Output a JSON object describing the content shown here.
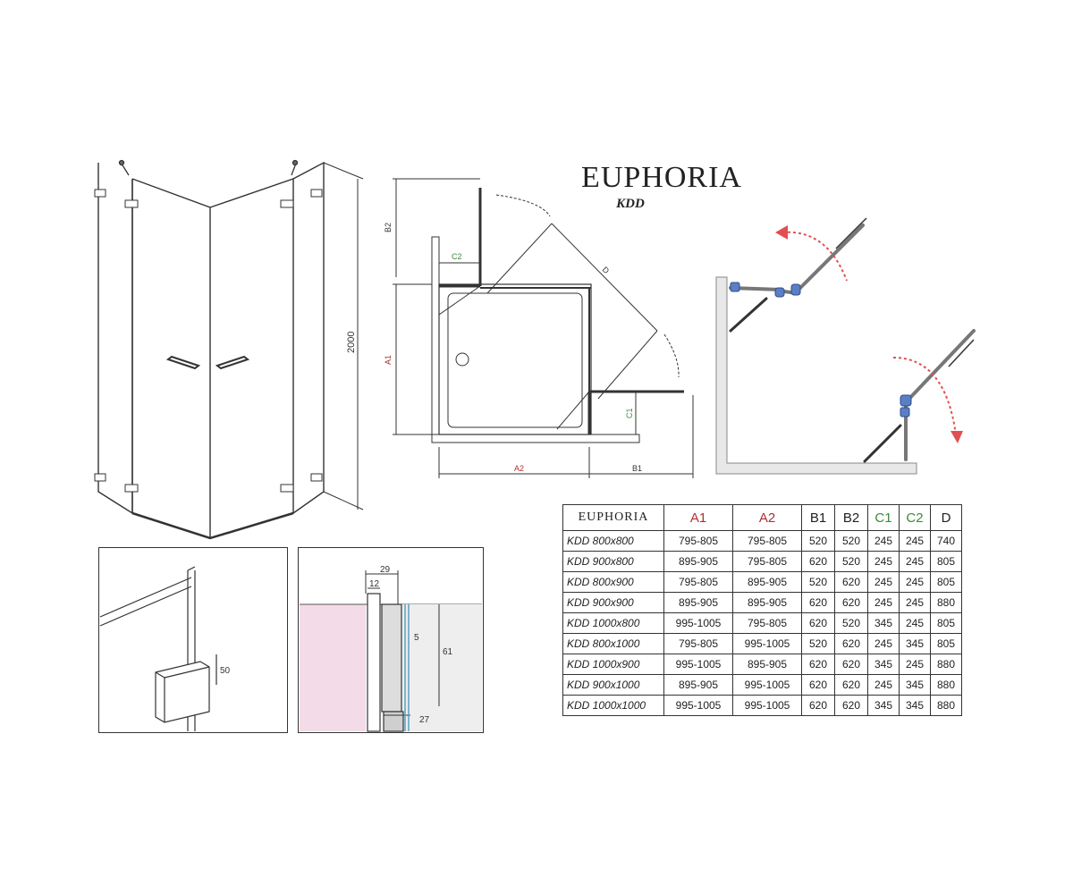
{
  "header": {
    "title": "EUPHORIA",
    "subtitle": "KDD"
  },
  "colors": {
    "a_columns": "#b03030",
    "c_columns": "#3a8a3a",
    "arrow_red": "#e05050",
    "hinge_blue": "#5b7fc4",
    "glass_pink": "#f3dbe7"
  },
  "drawing_labels": {
    "height": "2000",
    "b2": "B2",
    "c2": "C2",
    "d": "D",
    "a1": "A1",
    "a2": "A2",
    "b1": "B1",
    "c1": "C1",
    "detail_29": "29",
    "detail_12": "12",
    "detail_5": "5",
    "detail_61": "61",
    "detail_27": "27",
    "detail_50": "50"
  },
  "table": {
    "columns": [
      "EUPHORIA",
      "A1",
      "A2",
      "B1",
      "B2",
      "C1",
      "C2",
      "D"
    ],
    "rows": [
      [
        "KDD 800x800",
        "795-805",
        "795-805",
        "520",
        "520",
        "245",
        "245",
        "740"
      ],
      [
        "KDD 900x800",
        "895-905",
        "795-805",
        "620",
        "520",
        "245",
        "245",
        "805"
      ],
      [
        "KDD 800x900",
        "795-805",
        "895-905",
        "520",
        "620",
        "245",
        "245",
        "805"
      ],
      [
        "KDD 900x900",
        "895-905",
        "895-905",
        "620",
        "620",
        "245",
        "245",
        "880"
      ],
      [
        "KDD 1000x800",
        "995-1005",
        "795-805",
        "620",
        "520",
        "345",
        "245",
        "805"
      ],
      [
        "KDD 800x1000",
        "795-805",
        "995-1005",
        "520",
        "620",
        "245",
        "345",
        "805"
      ],
      [
        "KDD 1000x900",
        "995-1005",
        "895-905",
        "620",
        "620",
        "345",
        "245",
        "880"
      ],
      [
        "KDD 900x1000",
        "895-905",
        "995-1005",
        "620",
        "620",
        "245",
        "345",
        "880"
      ],
      [
        "KDD 1000x1000",
        "995-1005",
        "995-1005",
        "620",
        "620",
        "345",
        "345",
        "880"
      ]
    ]
  }
}
